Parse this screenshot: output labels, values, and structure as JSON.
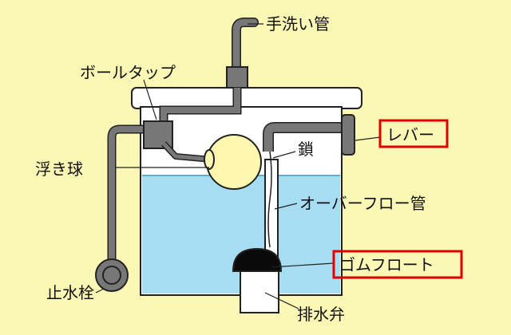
{
  "labels": {
    "faucet": "手洗い管",
    "ball_tap": "ボールタップ",
    "lever": "レバー",
    "chain": "鎖",
    "float_ball": "浮き球",
    "overflow_pipe": "オーバーフロー管",
    "rubber_float": "ゴムフロート",
    "stop_valve": "止水栓",
    "drain_valve": "排水弁"
  },
  "highlighted": [
    "lever",
    "rubber_float"
  ],
  "colors": {
    "background": "#fbf7b5",
    "water": "#a6ddf2",
    "pipe": "#777777",
    "float_ball": "#fdf7b0",
    "rubber_float": "#0a0a0a",
    "highlight_box": "#e00000",
    "tank": "#ffffff"
  }
}
